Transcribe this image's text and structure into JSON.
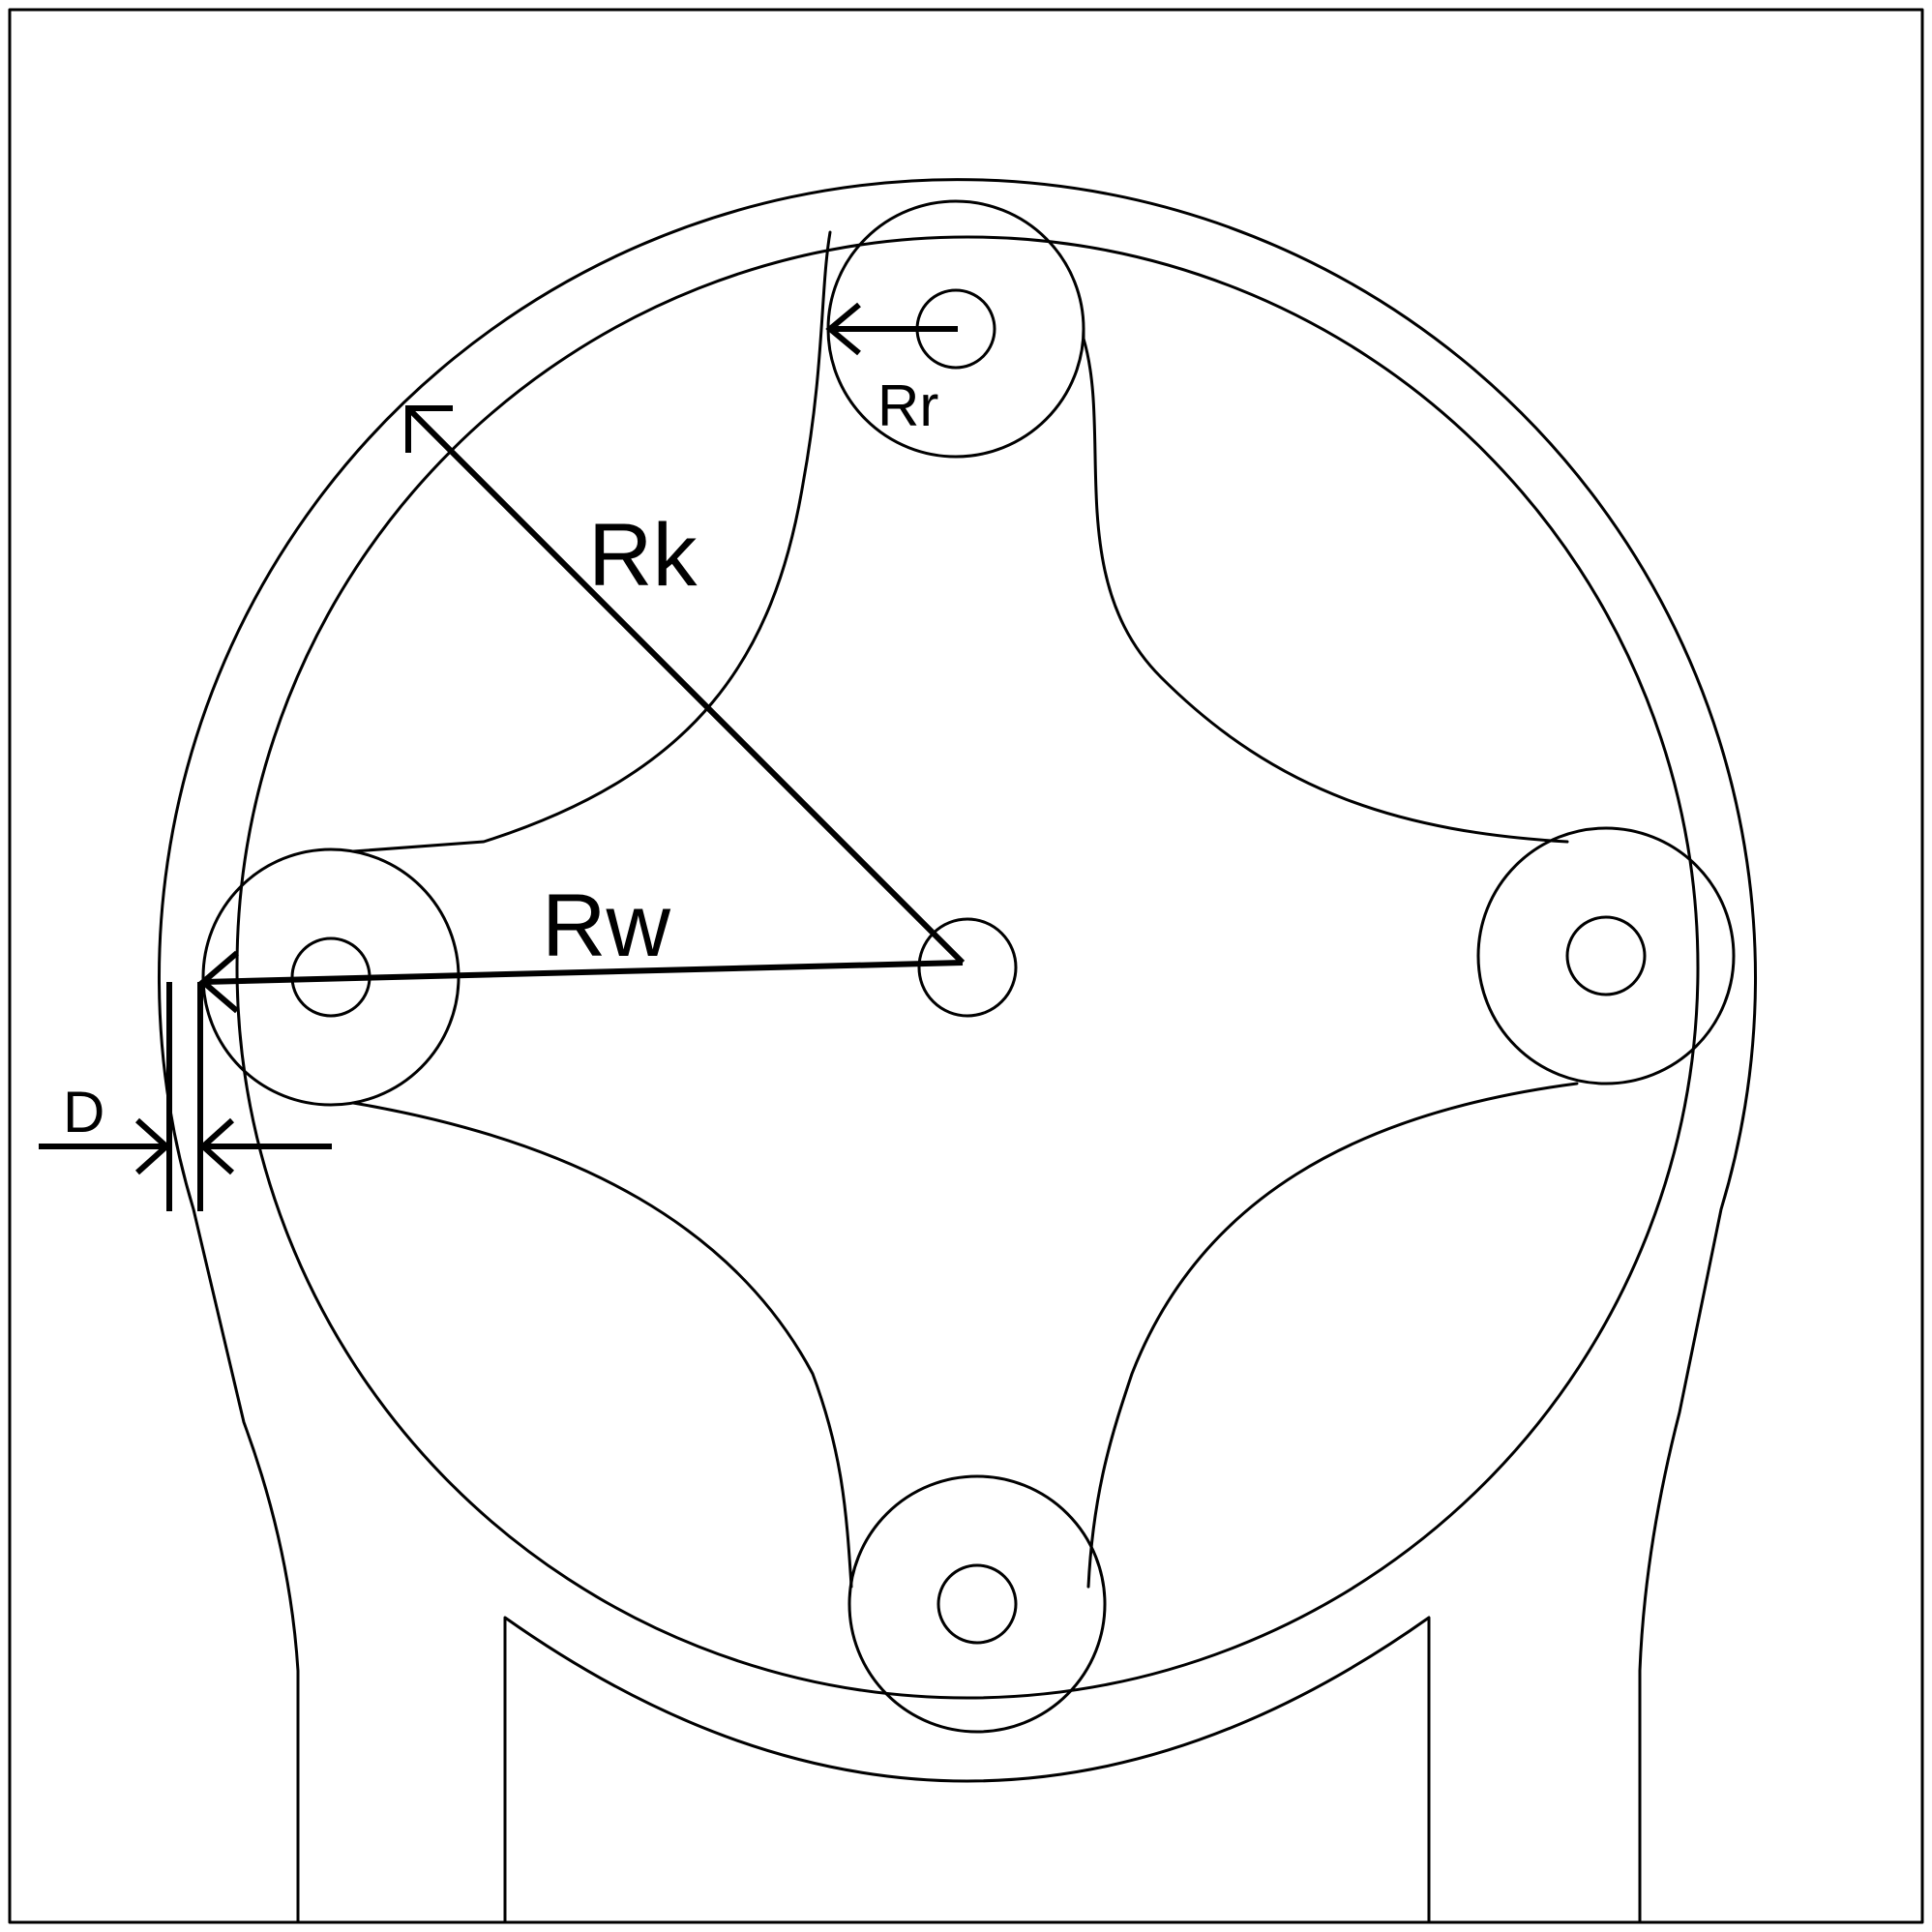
{
  "diagram": {
    "labels": {
      "rk": "Rk",
      "rw": "Rw",
      "rr": "Rr",
      "d": "D"
    },
    "colors": {
      "line": "#000000",
      "background": "#ffffff"
    }
  }
}
